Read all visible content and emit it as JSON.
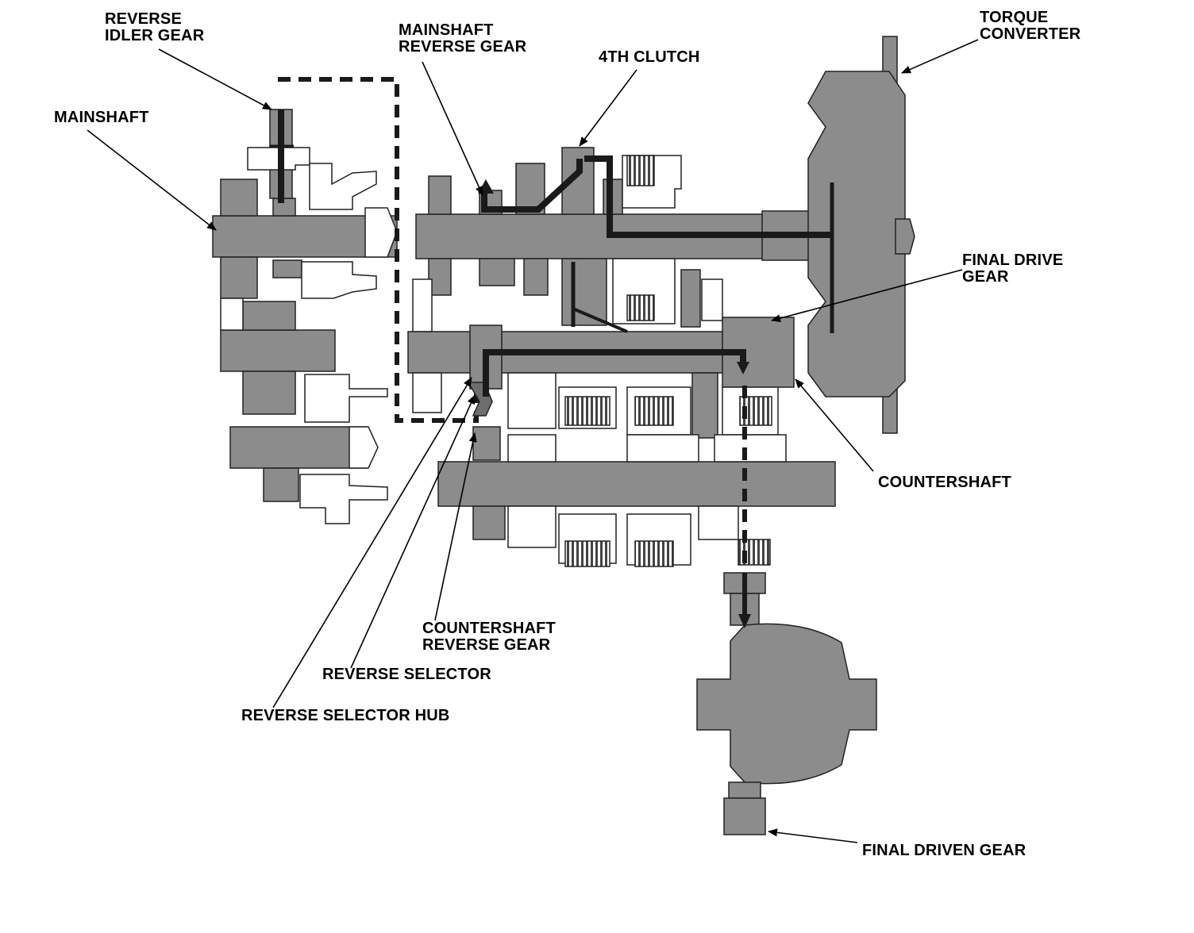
{
  "labels": {
    "reverse_idler_gear": "REVERSE\nIDLER GEAR",
    "mainshaft_reverse_gear": "MAINSHAFT\nREVERSE GEAR",
    "fourth_clutch": "4TH CLUTCH",
    "torque_converter": "TORQUE\nCONVERTER",
    "mainshaft": "MAINSHAFT",
    "final_drive_gear": "FINAL DRIVE\nGEAR",
    "countershaft": "COUNTERSHAFT",
    "countershaft_reverse_gear": "COUNTERSHAFT\nREVERSE GEAR",
    "reverse_selector": "REVERSE SELECTOR",
    "reverse_selector_hub": "REVERSE SELECTOR HUB",
    "final_driven_gear": "FINAL DRIVEN GEAR"
  },
  "colors": {
    "part_fill": "#8c8c8c",
    "part_dark": "#6e6e6e",
    "power_flow": "#1a1a1a",
    "outline": "#222222",
    "light_part": "#ffffff"
  }
}
